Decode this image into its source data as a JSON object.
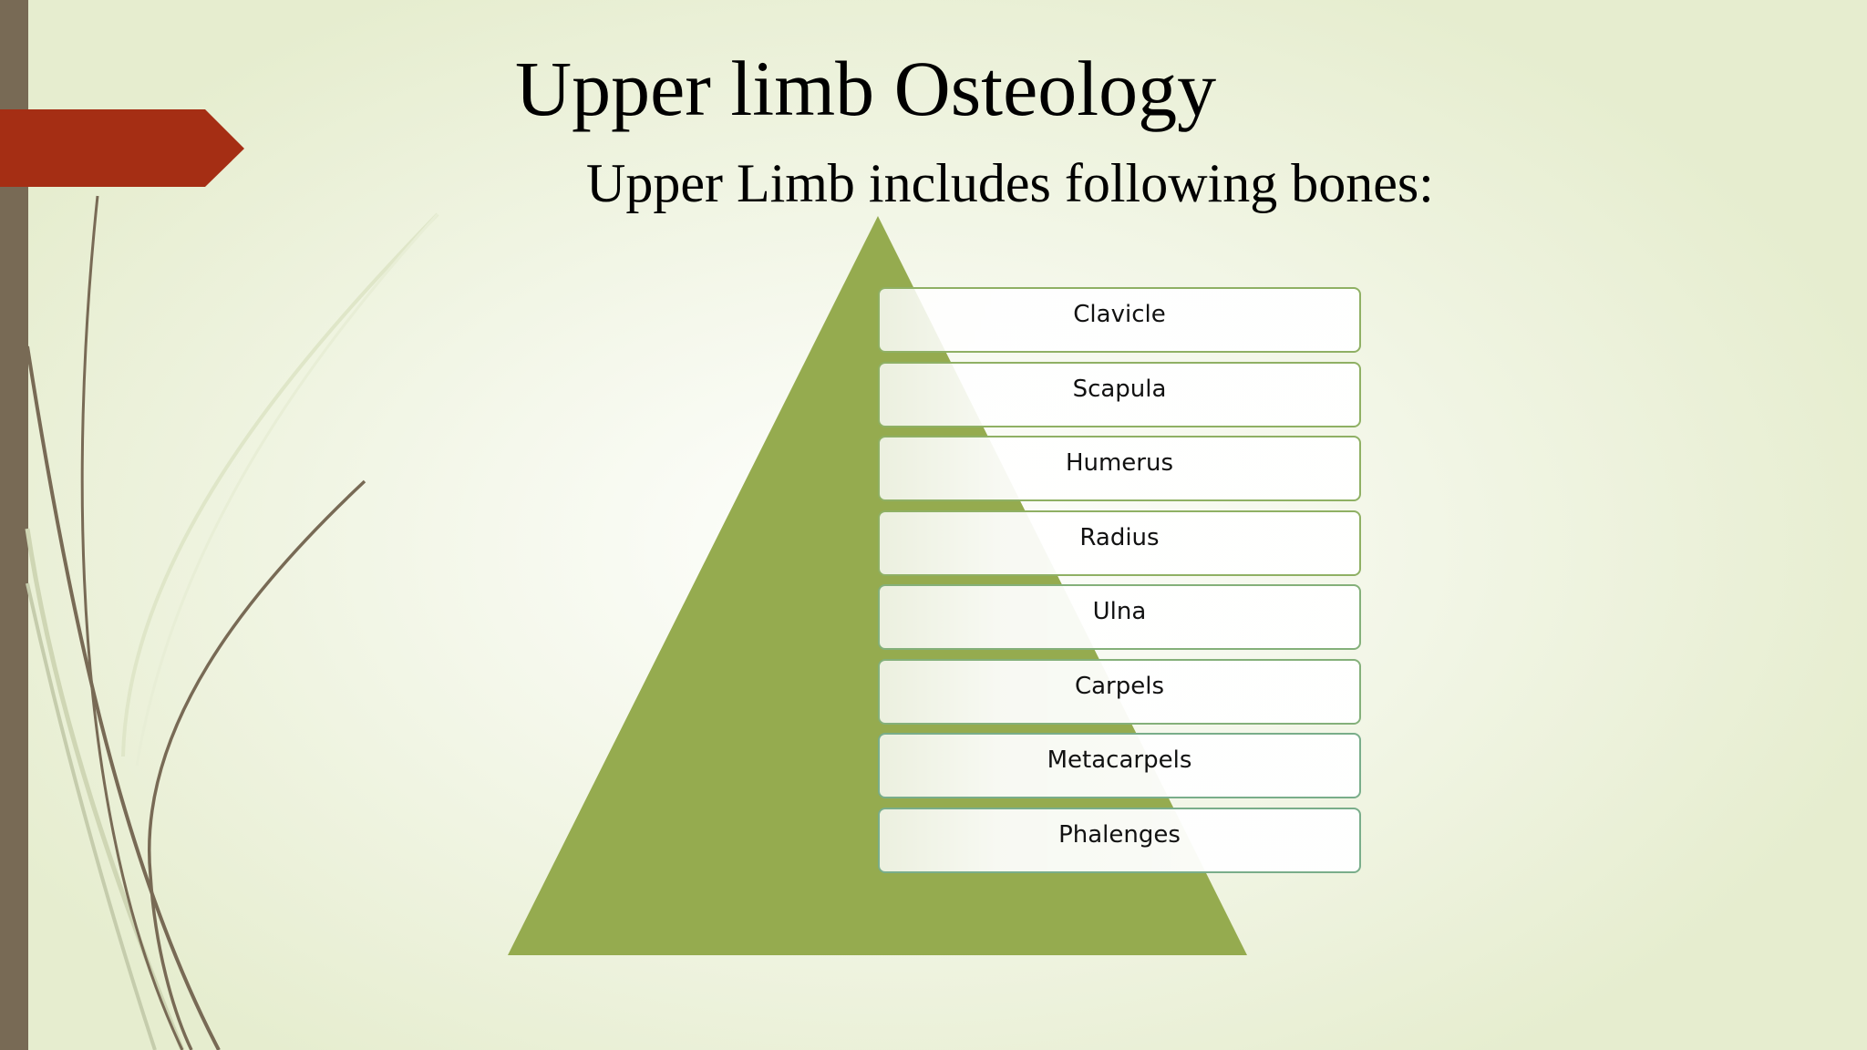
{
  "slide": {
    "title": "Upper limb Osteology",
    "subtitle": "Upper Limb includes following bones:"
  },
  "diagram": {
    "type": "pyramid-list",
    "items": [
      "Clavicle",
      "Scapula",
      "Humerus",
      "Radius",
      "Ulna",
      "Carpels",
      "Metacarpels",
      "Phalenges"
    ]
  },
  "colors": {
    "sidebar": "#786a55",
    "accent_tab": "#a52e14",
    "pyramid_fill": "#95ab4f",
    "item_border": "#8fb064",
    "background": "#e6edcf"
  }
}
